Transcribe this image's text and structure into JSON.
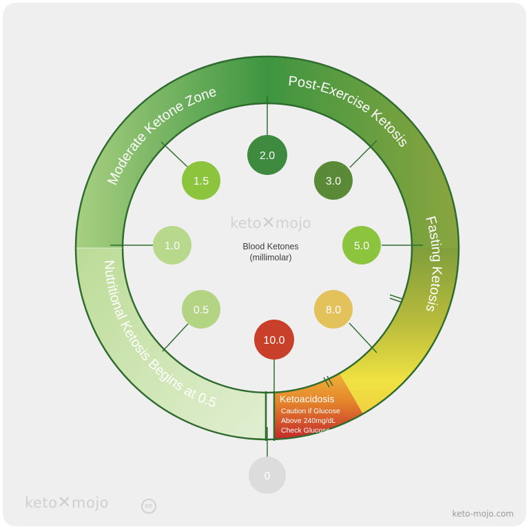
{
  "brand": {
    "left": "keto",
    "right": "mojo",
    "website": "keto-mojo.com",
    "license_mark": "cc"
  },
  "center": {
    "title": "Blood Ketones",
    "unit": "(millimolar)"
  },
  "zones": {
    "moderate": "Moderate Ketone Zone",
    "post_exercise": "Post-Exercise Ketosis",
    "fasting": "Fasting Ketosis",
    "nutritional": "Nutritional Ketosis Begins at 0.5",
    "ketoacidosis_title": "Ketoacidosis",
    "ketoacidosis_lines": [
      "Caution if Glucose",
      "Above 240mg/dL",
      "Check Glucose"
    ]
  },
  "levels": [
    {
      "label": "0",
      "color": "#dcdcdc",
      "text_color": "#ffffff"
    },
    {
      "label": "0.5",
      "color": "#b2d483",
      "text_color": "#ffffff"
    },
    {
      "label": "1.0",
      "color": "#b8d98c",
      "text_color": "#ffffff"
    },
    {
      "label": "1.5",
      "color": "#8dc43e",
      "text_color": "#ffffff"
    },
    {
      "label": "2.0",
      "color": "#3e8b3f",
      "text_color": "#ffffff"
    },
    {
      "label": "3.0",
      "color": "#5a8a37",
      "text_color": "#ffffff"
    },
    {
      "label": "5.0",
      "color": "#8dc43e",
      "text_color": "#ffffff"
    },
    {
      "label": "8.0",
      "color": "#e3c25c",
      "text_color": "#ffffff"
    },
    {
      "label": "10.0",
      "color": "#c9402a",
      "text_color": "#ffffff"
    }
  ],
  "colors": {
    "ring_outline": "#2f6b2f",
    "moderate_green": "#5cab48",
    "dark_green": "#3a8b3a",
    "olive": "#8ba03c",
    "yellow": "#f0e04a",
    "orange": "#e88a2c",
    "red": "#c7312a",
    "nutritional_light": "#d6ebc2"
  }
}
